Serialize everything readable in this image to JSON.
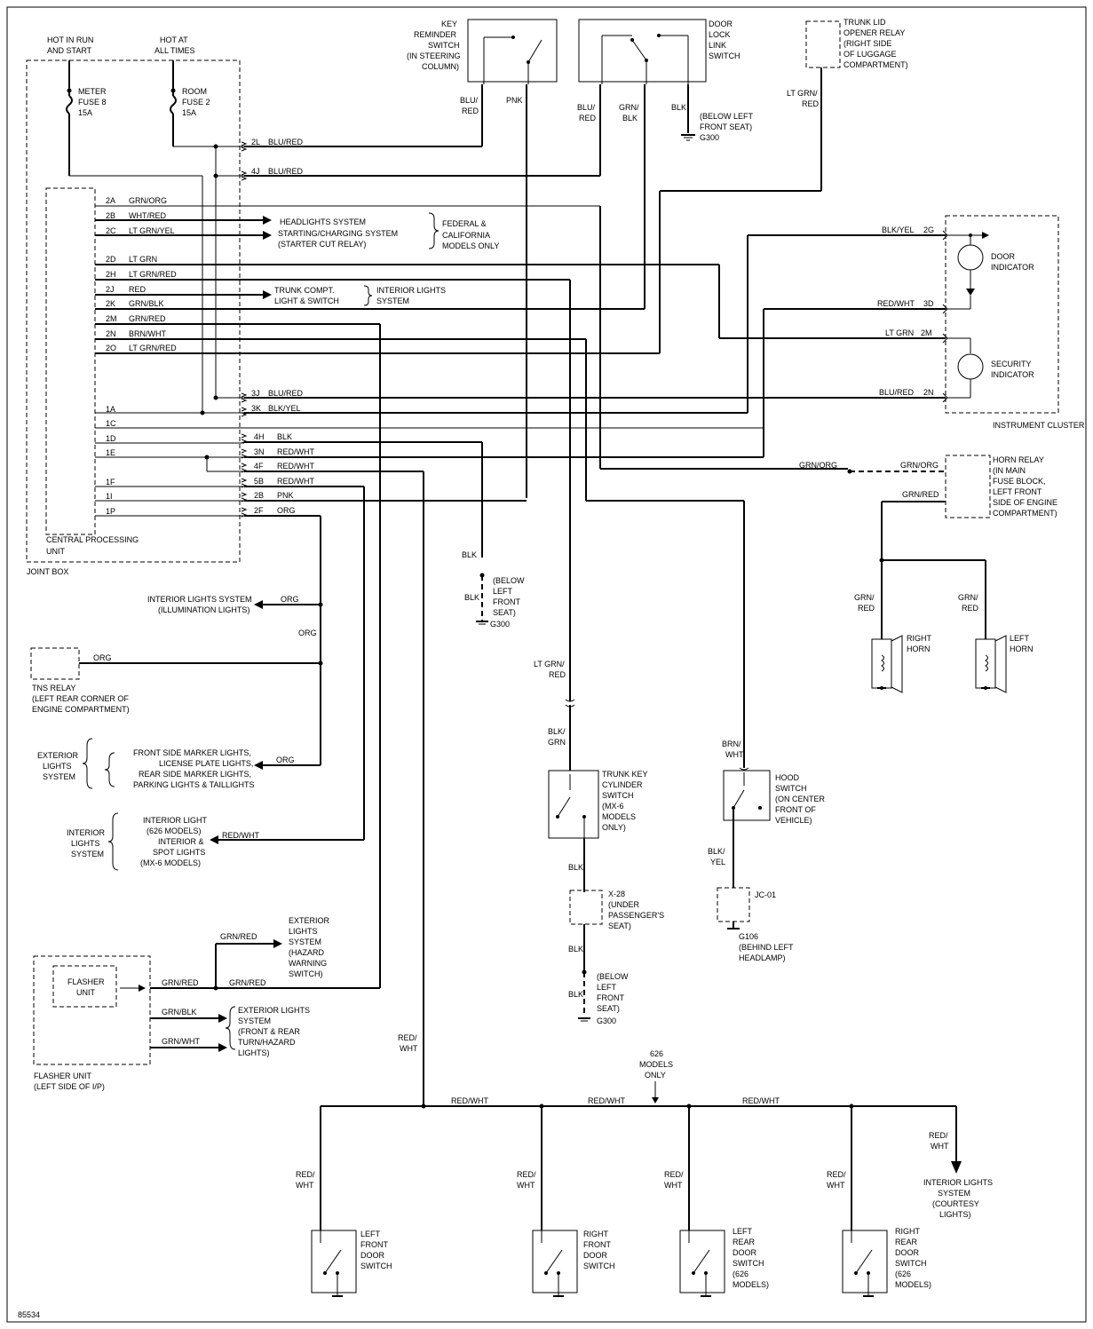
{
  "labels": {
    "hot_run_1": "HOT IN RUN",
    "hot_run_2": "AND START",
    "hot_all_1": "HOT AT",
    "hot_all_2": "ALL TIMES",
    "meter_1": "METER",
    "meter_2": "FUSE 8",
    "meter_3": "15A",
    "room_1": "ROOM",
    "room_2": "FUSE 2",
    "room_3": "15A",
    "cpu_1": "CENTRAL PROCESSING",
    "cpu_2": "UNIT",
    "joint_box": "JOINT BOX",
    "key_1": "KEY",
    "key_2": "REMINDER",
    "key_3": "SWITCH",
    "key_4": "(IN STEERING",
    "key_5": "COLUMN)",
    "door_link_1": "DOOR",
    "door_link_2": "LOCK",
    "door_link_3": "LINK",
    "door_link_4": "SWITCH",
    "trunk_relay_1": "TRUNK LID",
    "trunk_relay_2": "OPENER RELAY",
    "trunk_relay_3": "(RIGHT SIDE",
    "trunk_relay_4": "OF LUGGAGE",
    "trunk_relay_5": "COMPARTMENT)",
    "blu_red_1a": "BLU/",
    "blu_red_1b": "RED",
    "pnk_top": "PNK",
    "blu_red_2a": "BLU/",
    "blu_red_2b": "RED",
    "grn_blk_a": "GRN/",
    "grn_blk_b": "BLK",
    "blk_top": "BLK",
    "below_seat_1": "(BELOW LEFT",
    "below_seat_2": "FRONT SEAT)",
    "g300_top": "G300",
    "ltgrnred_a": "LT GRN/",
    "ltgrnred_b": "RED",
    "p2l": "2L",
    "c2l": "BLU/RED",
    "p4j": "4J",
    "c4j": "BLU/RED",
    "p2a": "2A",
    "c2a": "GRN/ORG",
    "p2b": "2B",
    "c2b": "WHT/RED",
    "p2c": "2C",
    "c2c": "LT GRN/YEL",
    "headlights": "HEADLIGHTS SYSTEM",
    "starting_1": "STARTING/CHARGING SYSTEM",
    "starting_2": "(STARTER CUT RELAY)",
    "federal_1": "FEDERAL &",
    "federal_2": "CALIFORNIA",
    "federal_3": "MODELS ONLY",
    "p2d": "2D",
    "c2d": "LT GRN",
    "p2h": "2H",
    "c2h": "LT GRN/RED",
    "p2j": "2J",
    "c2j": "RED",
    "trunk_compt_1": "TRUNK COMPT.",
    "trunk_compt_2": "LIGHT & SWITCH",
    "int_lights_1": "INTERIOR LIGHTS",
    "int_lights_2": "SYSTEM",
    "p2k": "2K",
    "c2k": "GRN/BLK",
    "p2m": "2M",
    "c2m": "GRN/RED",
    "p2n": "2N",
    "c2n": "BRN/WHT",
    "p2o": "2O",
    "c2o": "LT GRN/RED",
    "p3j": "3J",
    "c3j": "BLU/RED",
    "p1a": "1A",
    "p3k": "3K",
    "c3k": "BLK/YEL",
    "p1c": "1C",
    "p1d": "1D",
    "p4h": "4H",
    "c4h": "BLK",
    "p1e": "1E",
    "p3n": "3N",
    "c3n": "RED/WHT",
    "p4f": "4F",
    "c4f": "RED/WHT",
    "p1f": "1F",
    "p5b": "5B",
    "c5b": "RED/WHT",
    "p1i": "1I",
    "p2b2": "2B",
    "c2b2": "PNK",
    "p1p": "1P",
    "p2f": "2F",
    "c2f": "ORG",
    "ic_blkyel": "BLK/YEL",
    "ic_2g": "2G",
    "ic_redwht": "RED/WHT",
    "ic_3d": "3D",
    "ic_ltgrn": "LT GRN",
    "ic_2m": "2M",
    "ic_blured": "BLU/RED",
    "ic_2n": "2N",
    "door_ind_1": "DOOR",
    "door_ind_2": "INDICATOR",
    "sec_ind_1": "SECURITY",
    "sec_ind_2": "INDICATOR",
    "instrument_cluster": "INSTRUMENT CLUSTER",
    "grnorg_1": "GRN/ORG",
    "grnorg_2": "GRN/ORG",
    "grnred_h": "GRN/RED",
    "horn_relay_1": "HORN RELAY",
    "horn_relay_2": "(IN MAIN",
    "horn_relay_3": "FUSE BLOCK,",
    "horn_relay_4": "LEFT FRONT",
    "horn_relay_5": "SIDE OF ENGINE",
    "horn_relay_6": "COMPARTMENT)",
    "grnred_r_a": "GRN/",
    "grnred_r_b": "RED",
    "grnred_l_a": "GRN/",
    "grnred_l_b": "RED",
    "right_horn_1": "RIGHT",
    "right_horn_2": "HORN",
    "left_horn_1": "LEFT",
    "left_horn_2": "HORN",
    "blk_mid_1": "BLK",
    "blk_mid_2": "BLK",
    "below_seat2_1": "(BELOW",
    "below_seat2_2": "LEFT",
    "below_seat2_3": "FRONT",
    "below_seat2_4": "SEAT)",
    "g300_mid": "G300",
    "int_illum_1": "INTERIOR LIGHTS SYSTEM",
    "int_illum_2": "(ILLUMINATION LIGHTS)",
    "org_1": "ORG",
    "org_2": "ORG",
    "org_3": "ORG",
    "org_4": "ORG",
    "tns_1": "TNS RELAY",
    "tns_2": "(LEFT REAR CORNER OF",
    "tns_3": "ENGINE COMPARTMENT)",
    "ext_1": "EXTERIOR",
    "ext_2": "LIGHTS",
    "ext_3": "SYSTEM",
    "front_side_1": "FRONT SIDE MARKER LIGHTS,",
    "front_side_2": "LICENSE PLATE LIGHTS,",
    "front_side_3": "REAR SIDE MARKER LIGHTS,",
    "front_side_4": "PARKING LIGHTS & TAILLIGHTS",
    "int_sys_1": "INTERIOR",
    "int_sys_2": "LIGHTS",
    "int_sys_3": "SYSTEM",
    "int_light_1": "INTERIOR LIGHT",
    "int_light_2": "(626 MODELS)",
    "int_light_3": "INTERIOR &",
    "int_light_4": "SPOT LIGHTS",
    "int_light_5": "(MX-6 MODELS)",
    "redwht_int": "RED/WHT",
    "ltgrnred_mid_a": "LT GRN/",
    "ltgrnred_mid_b": "RED",
    "blkgrn_a": "BLK/",
    "blkgrn_b": "GRN",
    "trunk_key_1": "TRUNK KEY",
    "trunk_key_2": "CYLINDER",
    "trunk_key_3": "SWITCH",
    "trunk_key_4": "(MX-6",
    "trunk_key_5": "MODELS",
    "trunk_key_6": "ONLY)",
    "blk_tk": "BLK",
    "x28_1": "X-28",
    "x28_2": "(UNDER",
    "x28_3": "PASSENGER'S",
    "x28_4": "SEAT)",
    "blk_x28": "BLK",
    "below_seat3_1": "(BELOW",
    "below_seat3_2": "LEFT",
    "below_seat3_3": "FRONT",
    "below_seat3_4": "SEAT)",
    "g300_low": "G300",
    "blk_low": "BLK",
    "brnwht_a": "BRN/",
    "brnwht_b": "WHT",
    "hood_1": "HOOD",
    "hood_2": "SWITCH",
    "hood_3": "(ON CENTER",
    "hood_4": "FRONT OF",
    "hood_5": "VEHICLE)",
    "blkyel_a": "BLK/",
    "blkyel_b": "YEL",
    "jc01": "JC-01",
    "g106_1": "G106",
    "g106_2": "(BEHIND LEFT",
    "g106_3": "HEADLAMP)",
    "ext_haz_1": "EXTERIOR",
    "ext_haz_2": "LIGHTS",
    "ext_haz_3": "SYSTEM",
    "ext_haz_4": "(HAZARD",
    "ext_haz_5": "WARNING",
    "ext_haz_6": "SWITCH)",
    "grnred_f1": "GRN/RED",
    "grnred_f2": "GRN/RED",
    "grnred_f3": "GRN/RED",
    "flasher_unit_1": "FLASHER",
    "flasher_unit_2": "UNIT",
    "grnblk_f": "GRN/BLK",
    "grnwht_f": "GRN/WHT",
    "ext_turn_1": "EXTERIOR LIGHTS",
    "ext_turn_2": "SYSTEM",
    "ext_turn_3": "(FRONT & REAR",
    "ext_turn_4": "TURN/HAZARD",
    "ext_turn_5": "LIGHTS)",
    "flasher_loc_1": "FLASHER UNIT",
    "flasher_loc_2": "(LEFT SIDE OF I/P)",
    "redwht_v_a": "RED/",
    "redwht_v_b": "WHT",
    "m626_1": "626",
    "m626_2": "MODELS",
    "m626_3": "ONLY",
    "rw_b1": "RED/WHT",
    "rw_b2": "RED/WHT",
    "rw_b3": "RED/WHT",
    "rw_c_a": "RED/",
    "rw_c_b": "WHT",
    "int_court_1": "INTERIOR LIGHTS",
    "int_court_2": "SYSTEM",
    "int_court_3": "(COURTESY",
    "int_court_4": "LIGHTS)",
    "rw1a": "RED/",
    "rw1b": "WHT",
    "rw2a": "RED/",
    "rw2b": "WHT",
    "rw3a": "RED/",
    "rw3b": "WHT",
    "rw4a": "RED/",
    "rw4b": "WHT",
    "lfd_1": "LEFT",
    "lfd_2": "FRONT",
    "lfd_3": "DOOR",
    "lfd_4": "SWITCH",
    "rfd_1": "RIGHT",
    "rfd_2": "FRONT",
    "rfd_3": "DOOR",
    "rfd_4": "SWITCH",
    "lrd_1": "LEFT",
    "lrd_2": "REAR",
    "lrd_3": "DOOR",
    "lrd_4": "SWITCH",
    "lrd_5": "(626",
    "lrd_6": "MODELS)",
    "rrd_1": "RIGHT",
    "rrd_2": "REAR",
    "rrd_3": "DOOR",
    "rrd_4": "SWITCH",
    "rrd_5": "(626",
    "rrd_6": "MODELS)",
    "fig_id": "85534"
  }
}
